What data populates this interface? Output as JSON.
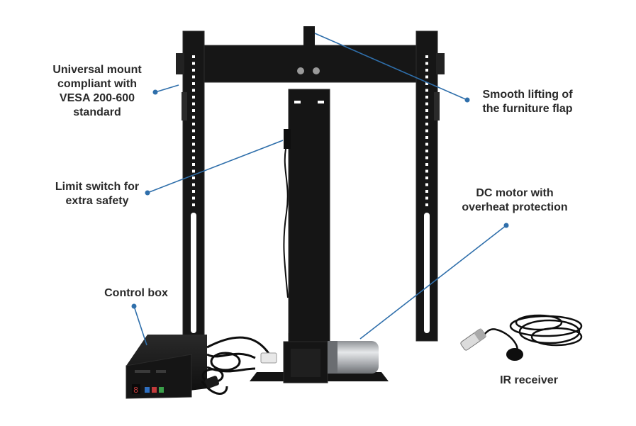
{
  "colors": {
    "leader": "#2f6fab",
    "frame": "#161616",
    "frame_edge": "#2c2c2c",
    "slot": "#ffffff",
    "motor_metal": "#b9bcc0",
    "cable": "#0e0e0e",
    "label_text": "#2a2a2a"
  },
  "callouts": {
    "mount": {
      "lines": [
        "Universal mount",
        "compliant with",
        "VESA 200-600",
        "standard"
      ]
    },
    "lifting": {
      "lines": [
        "Smooth lifting of",
        "the furniture flap"
      ]
    },
    "limit": {
      "lines": [
        "Limit switch for",
        "extra safety"
      ]
    },
    "motor": {
      "lines": [
        "DC motor with",
        "overheat protection"
      ]
    },
    "control": {
      "lines": [
        "Control box"
      ]
    },
    "ir": {
      "lines": [
        "IR receiver"
      ]
    }
  },
  "control_box": {
    "display_digit": "8"
  }
}
